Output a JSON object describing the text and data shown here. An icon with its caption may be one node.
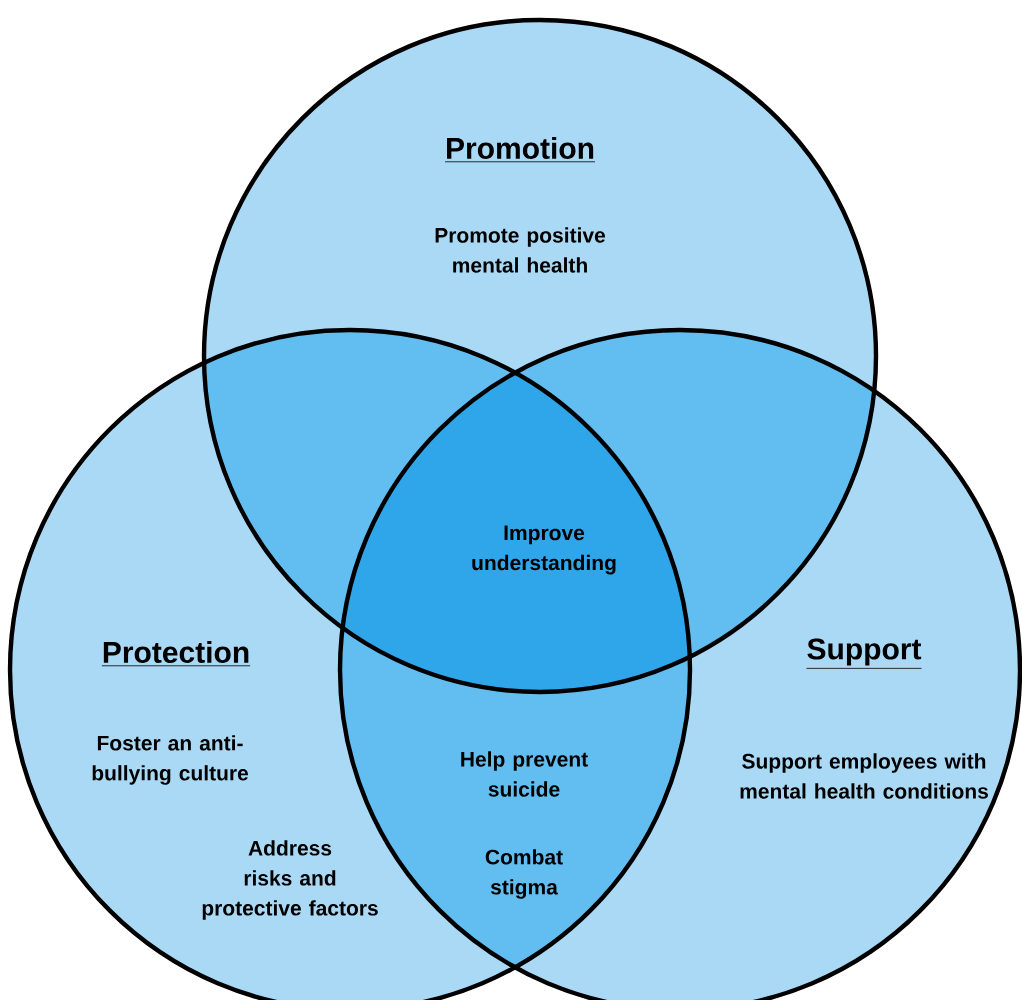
{
  "diagram": {
    "nodes": [
      {
        "text": [
          "Promotion",
          "Promote positive mental health"
        ]
      },
      {
        "text": [
          "Protection",
          "Foster an anti-bullying culture",
          "Address risks and protective factors"
        ]
      },
      {
        "text": [
          "Support",
          "Support employees with mental health conditions"
        ]
      }
    ],
    "labels": [
      "Improve understanding",
      "Help prevent suicide",
      "Combat stigma"
    ]
  }
}
